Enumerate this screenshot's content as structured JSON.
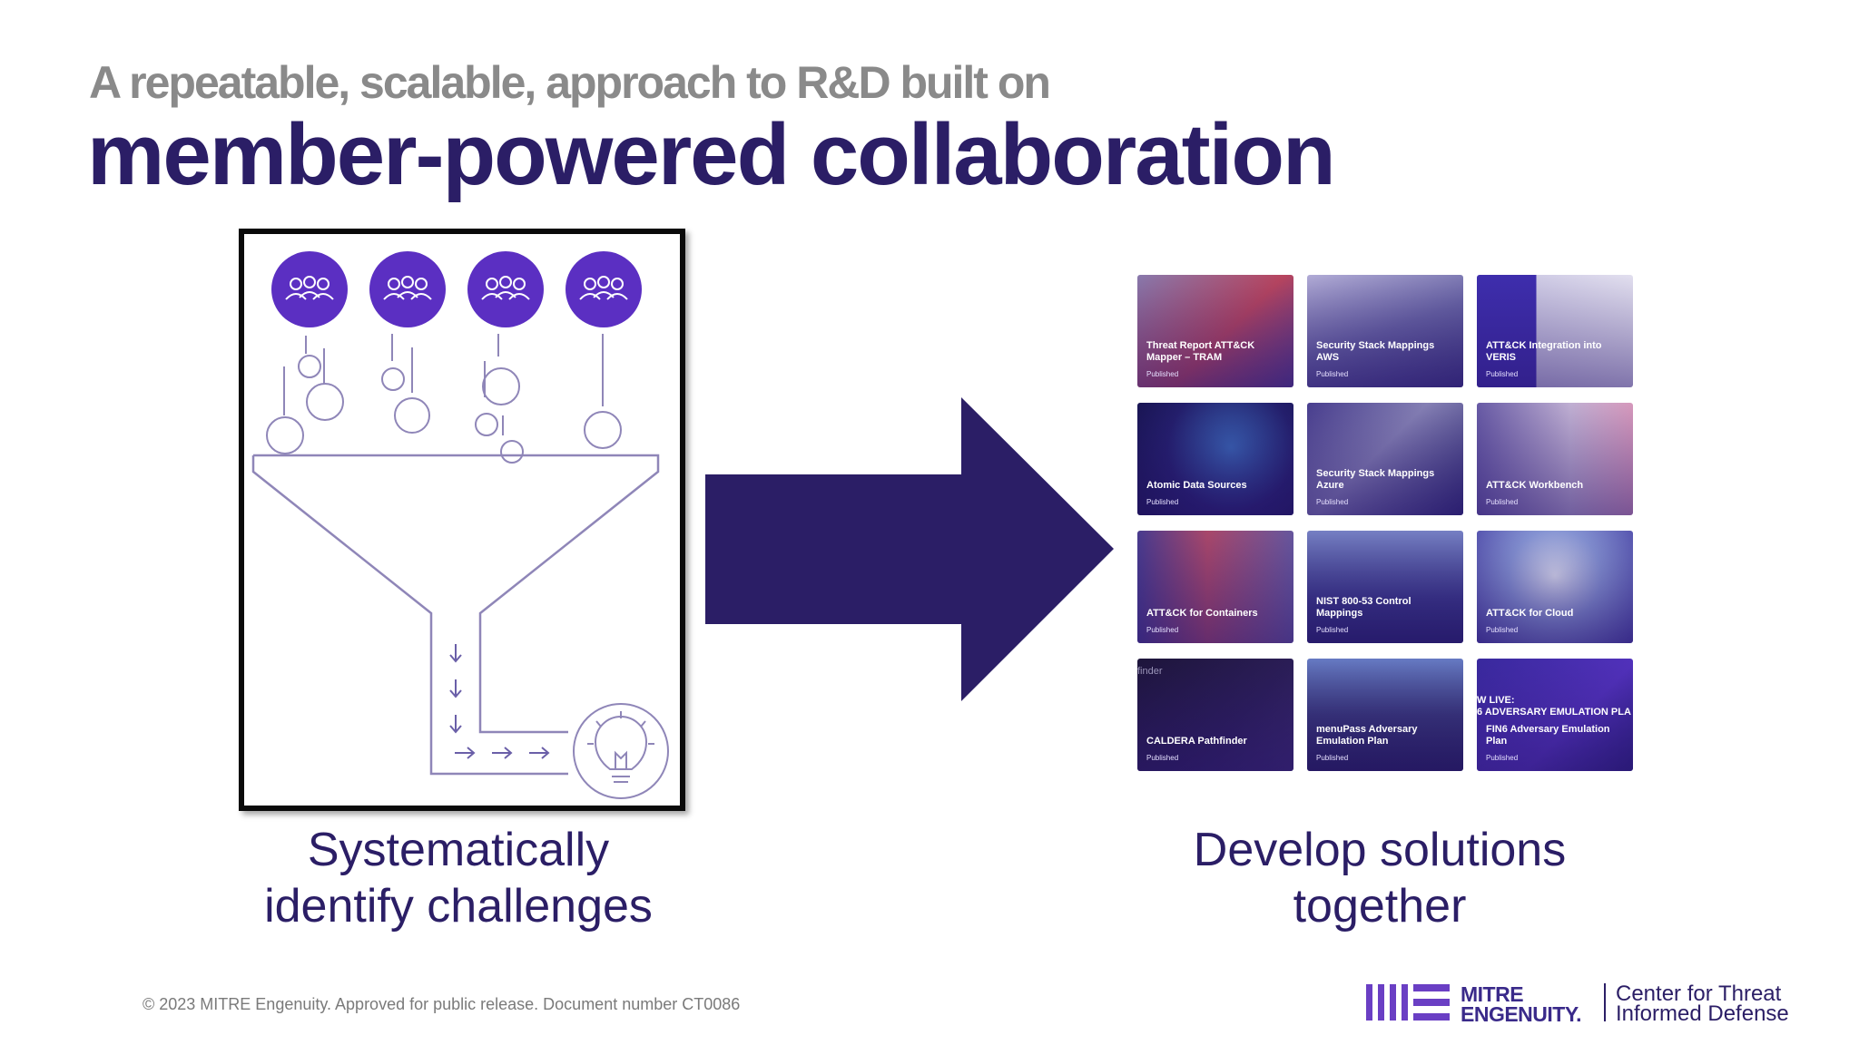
{
  "header": {
    "subtitle": "A repeatable, scalable, approach to R&D built on",
    "title": "member-powered collaboration"
  },
  "left": {
    "caption_line1": "Systematically",
    "caption_line2": "identify challenges"
  },
  "right": {
    "caption_line1": "Develop solutions",
    "caption_line2": "together"
  },
  "tiles": [
    {
      "title": "Threat Report ATT&CK Mapper – TRAM",
      "status": "Published"
    },
    {
      "title": "Security Stack Mappings AWS",
      "status": "Published"
    },
    {
      "title": "ATT&CK Integration into VERIS",
      "status": "Published"
    },
    {
      "title": "Atomic Data Sources",
      "status": "Published"
    },
    {
      "title": "Security Stack Mappings Azure",
      "status": "Published"
    },
    {
      "title": "ATT&CK Workbench",
      "status": "Published"
    },
    {
      "title": "ATT&CK for Containers",
      "status": "Published"
    },
    {
      "title": "NIST 800-53 Control Mappings",
      "status": "Published"
    },
    {
      "title": "ATT&CK for Cloud",
      "status": "Published"
    },
    {
      "title": "CALDERA Pathfinder",
      "status": "Published",
      "overlay": "finder"
    },
    {
      "title": "menuPass Adversary Emulation Plan",
      "status": "Published"
    },
    {
      "title": "FIN6 Adversary Emulation Plan",
      "status": "Published",
      "overlay": "W LIVE:\n6 ADVERSARY EMULATION PLA"
    }
  ],
  "footer": {
    "copyright": "© 2023 MITRE Engenuity. Approved for public release. Document number CT0086"
  },
  "logo": {
    "line1": "MITRE",
    "line2": "ENGENUITY.",
    "partner_line1": "Center for Threat",
    "partner_line2": "Informed Defense"
  },
  "colors": {
    "brand_purple": "#2b1e66",
    "accent_purple": "#6a3fc4",
    "subtitle_gray": "#8a8a8a"
  }
}
